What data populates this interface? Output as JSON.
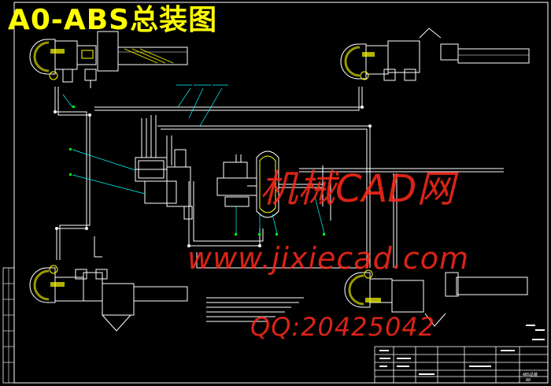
{
  "drawing": {
    "title": "A0-ABS总装图"
  },
  "watermark": {
    "line1": "机械CAD网",
    "line2": "www.jixiecad.com",
    "line3": "QQ:20425042"
  },
  "title_block": {
    "code": "ABS总装",
    "sheet": "A0"
  },
  "colors": {
    "background": "#000000",
    "title": "#ffff00",
    "watermark": "#ff2a1a",
    "lines": "#ffffff",
    "hatch": "#ffff00",
    "leader": "#00ffff",
    "balloon_text": "#00ff00"
  }
}
